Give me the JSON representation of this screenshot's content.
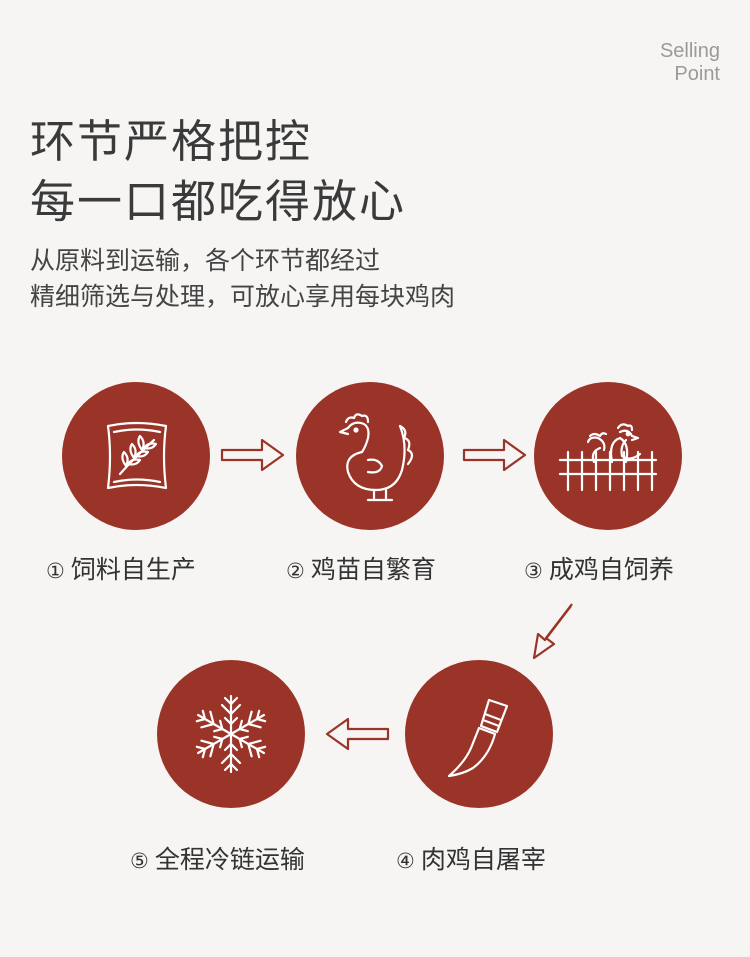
{
  "tag": {
    "line1": "Selling",
    "line2": "Point"
  },
  "headline": {
    "line1": "环节严格把控",
    "line2": "每一口都吃得放心"
  },
  "subtitle": {
    "line1": "从原料到运输，各个环节都经过",
    "line2": "精细筛选与处理，可放心享用每块鸡肉"
  },
  "steps": [
    {
      "num": "①",
      "label": "饲料自生产",
      "icon": "feed-bag-icon"
    },
    {
      "num": "②",
      "label": "鸡苗自繁育",
      "icon": "chicken-icon"
    },
    {
      "num": "③",
      "label": "成鸡自饲养",
      "icon": "chicken-fence-icon"
    },
    {
      "num": "④",
      "label": "肉鸡自屠宰",
      "icon": "knife-icon"
    },
    {
      "num": "⑤",
      "label": "全程冷链运输",
      "icon": "snowflake-icon"
    }
  ],
  "colors": {
    "circle": "#9b3428",
    "background": "#f6f5f3",
    "arrow": "#9b3428"
  }
}
